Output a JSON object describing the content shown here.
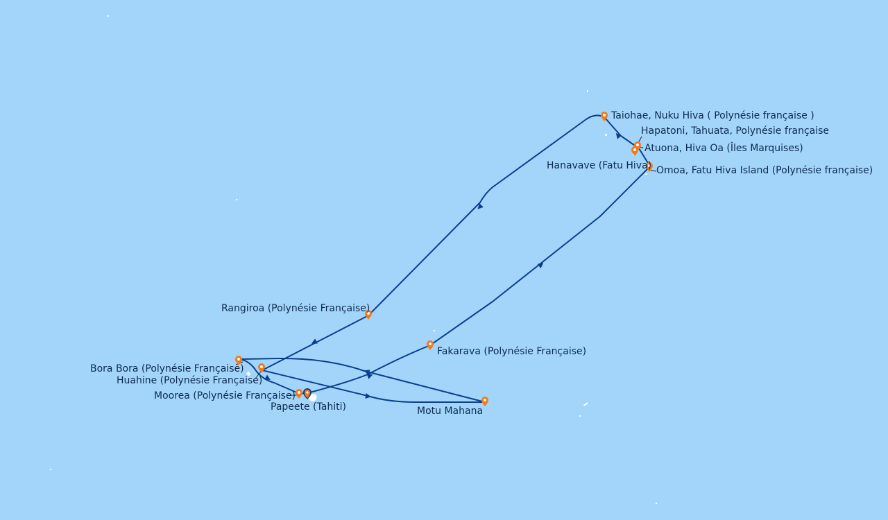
{
  "map": {
    "background_color": "#a3d5fb",
    "route_color": "#0a3f8e",
    "pin_color": "#f27a1a",
    "home_pin_color": "#1c3c78",
    "ports": [
      {
        "id": "taiohae",
        "label": "Taiohae, Nuku Hiva ( Polynésie française )",
        "icon": "map-pin-icon"
      },
      {
        "id": "hapatoni",
        "label": "Hapatoni, Tahuata, Polynésie française",
        "icon": "map-pin-icon"
      },
      {
        "id": "atuona",
        "label": "Atuona, Hiva Oa (Îles Marquises)",
        "icon": "map-pin-icon"
      },
      {
        "id": "hanavave",
        "label": "Hanavave (Fatu Hiva)",
        "icon": "map-pin-icon"
      },
      {
        "id": "omoa",
        "label": "Omoa, Fatu Hiva Island (Polynésie française)",
        "icon": "map-pin-icon"
      },
      {
        "id": "rangiroa",
        "label": "Rangiroa (Polynésie Française)",
        "icon": "map-pin-icon"
      },
      {
        "id": "fakarava",
        "label": "Fakarava (Polynésie Française)",
        "icon": "map-pin-icon"
      },
      {
        "id": "borabora",
        "label": "Bora Bora (Polynésie Française)",
        "icon": "map-pin-icon"
      },
      {
        "id": "huahine",
        "label": "Huahine (Polynésie Française)",
        "icon": "map-pin-icon"
      },
      {
        "id": "moorea",
        "label": "Moorea (Polynésie Française)",
        "icon": "map-pin-icon"
      },
      {
        "id": "papeete",
        "label": "Papeete (Tahiti)",
        "icon": "home-port-pin-icon"
      },
      {
        "id": "motumahana",
        "label": "Motu Mahana",
        "icon": "map-pin-icon"
      }
    ]
  }
}
